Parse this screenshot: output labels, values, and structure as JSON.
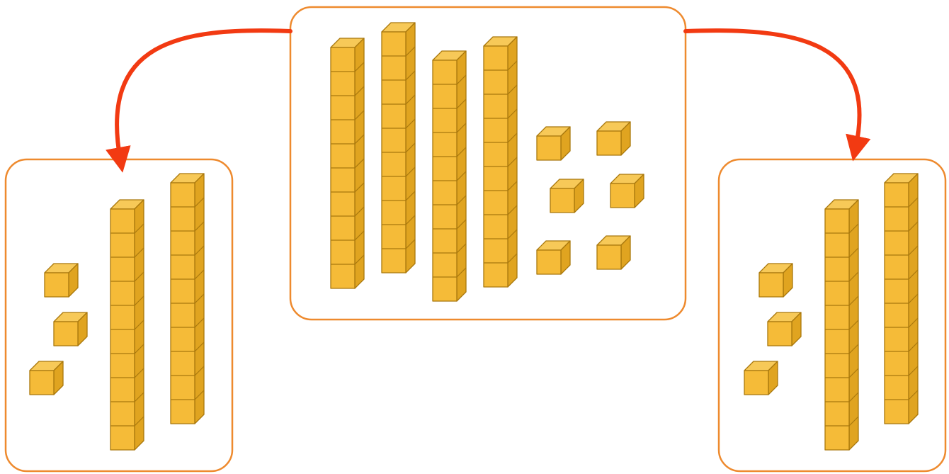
{
  "colors": {
    "cube_front": "#F5BB38",
    "cube_top": "#F7C958",
    "cube_side": "#E0A420",
    "cube_edge": "#A9780D",
    "panel_border": "#EE8A2E",
    "arrow": "#F23A12",
    "background": "#FFFFFF"
  },
  "diagram": {
    "description_type": "base-ten blocks split into two equal groups",
    "source_group": {
      "tens_rods": 4,
      "ones_cubes": 6
    },
    "result_groups": [
      {
        "tens_rods": 2,
        "ones_cubes": 3
      },
      {
        "tens_rods": 2,
        "ones_cubes": 3
      }
    ],
    "arrows": [
      {
        "from": "source_group",
        "to": "left_group",
        "icon": "curved-arrow-icon"
      },
      {
        "from": "source_group",
        "to": "right_group",
        "icon": "curved-arrow-icon"
      }
    ]
  }
}
